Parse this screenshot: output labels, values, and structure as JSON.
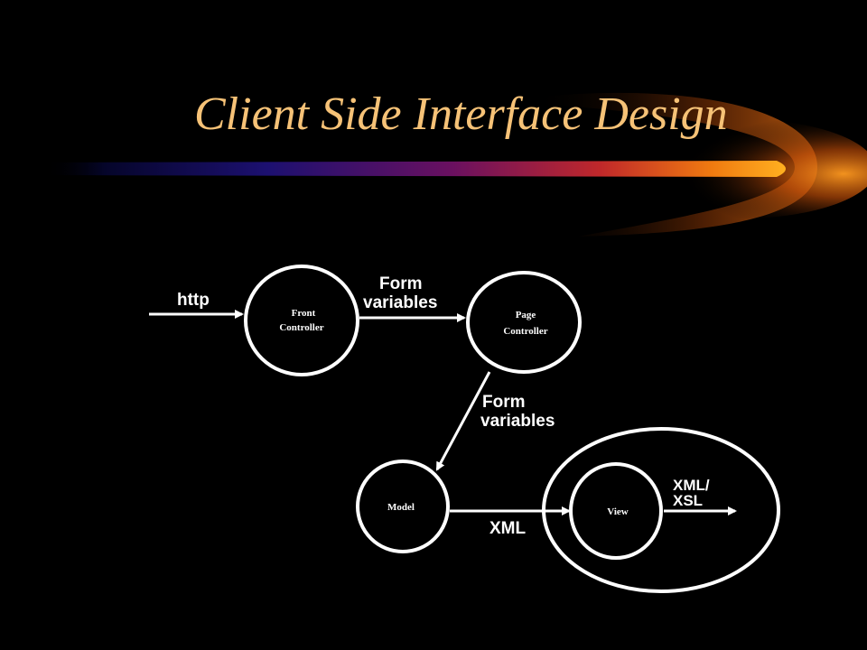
{
  "slide": {
    "title": "Client Side Interface Design",
    "title_color": "#f6c277"
  },
  "diagram": {
    "nodes": {
      "front_controller": {
        "line1": "Front",
        "line2": "Controller"
      },
      "page_controller": {
        "line1": "Page",
        "line2": "Controller"
      },
      "model": {
        "label": "Model"
      },
      "view": {
        "label": "View"
      }
    },
    "edges": {
      "http": "http",
      "front_to_page": {
        "line1": "Form",
        "line2": "variables"
      },
      "page_to_model": {
        "line1": "Form",
        "line2": "variables"
      },
      "model_to_view": "XML",
      "view_out": {
        "line1": "XML/",
        "line2": "XSL"
      }
    }
  }
}
